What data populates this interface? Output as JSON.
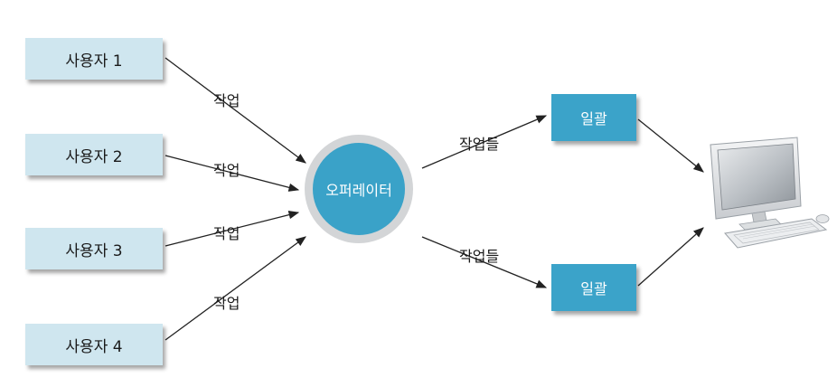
{
  "users": [
    {
      "label": "사용자 1"
    },
    {
      "label": "사용자 2"
    },
    {
      "label": "사용자 3"
    },
    {
      "label": "사용자 4"
    }
  ],
  "edge_labels": {
    "job": "작업",
    "jobs": "작업들"
  },
  "operator": {
    "label": "오퍼레이터"
  },
  "batches": [
    {
      "label": "일괄"
    },
    {
      "label": "일괄"
    }
  ],
  "icons": {
    "computer": "desktop-computer-icon"
  },
  "colors": {
    "user_box": "#cfe6ef",
    "batch_box": "#3ba3c9",
    "operator_fill": "#3aa2c8",
    "operator_ring": "#d3d5d7",
    "arrow": "#222222"
  }
}
